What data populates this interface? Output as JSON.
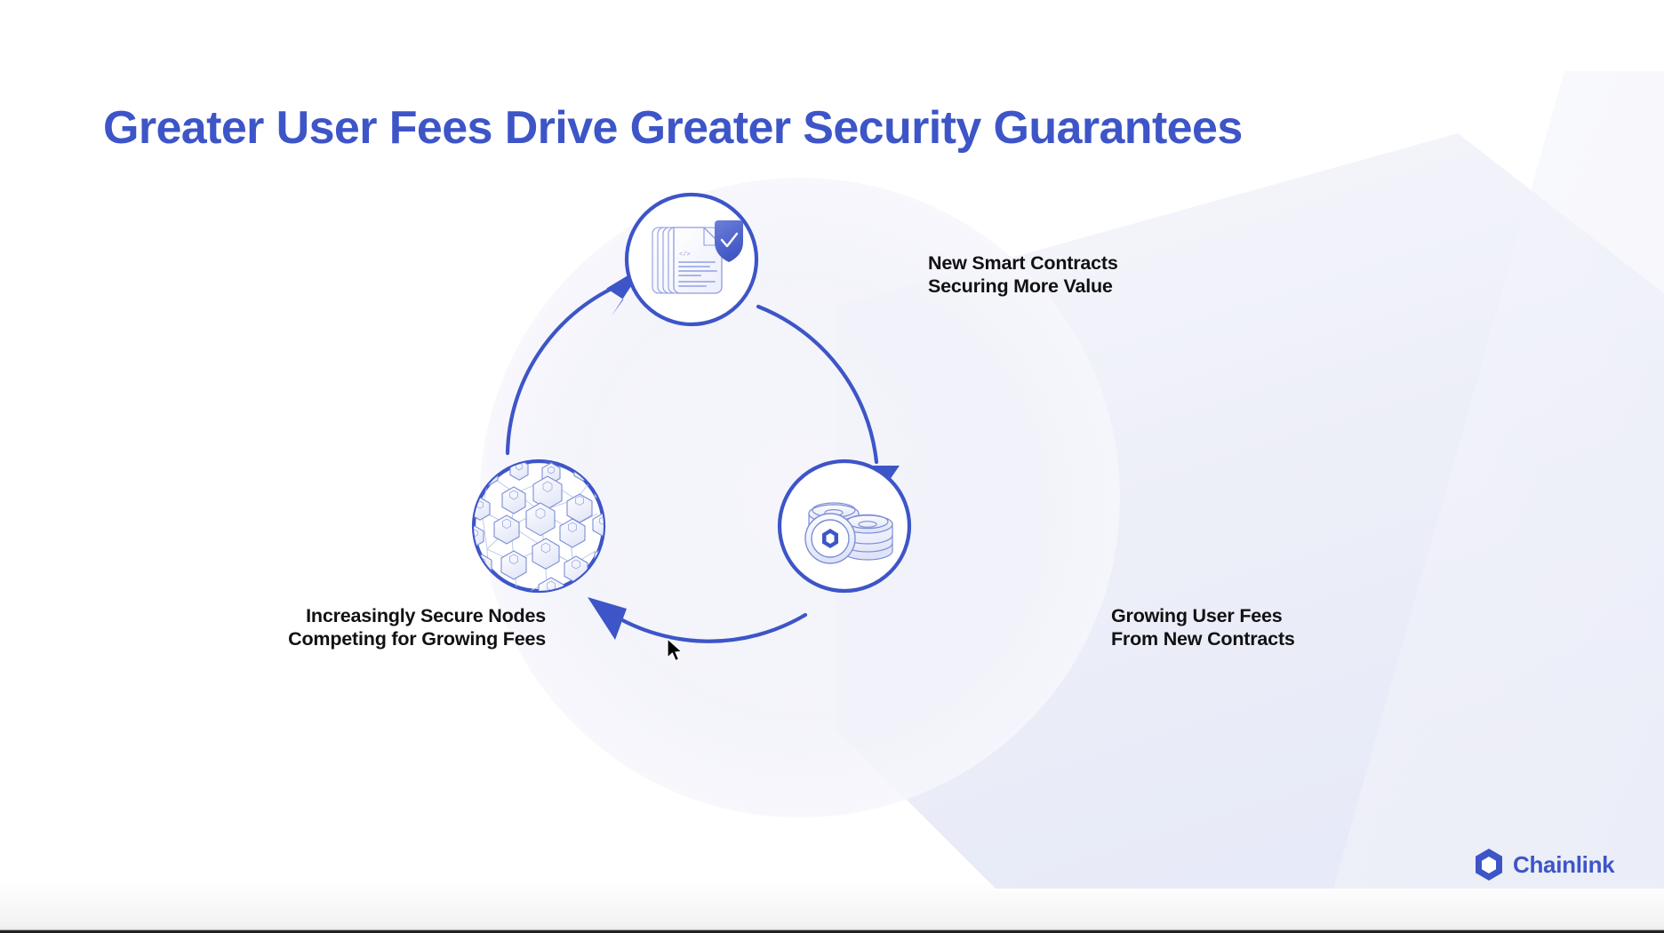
{
  "slide": {
    "title": "Greater User Fees Drive Greater Security Guarantees",
    "background_color": "#ffffff",
    "accent_color": "#3d55c7",
    "label_color": "#111113",
    "blob_color": "#eff0f9"
  },
  "diagram": {
    "type": "cycle",
    "direction": "clockwise",
    "nodes": [
      {
        "id": "smart-contracts",
        "position": "top",
        "icon": "documents-shield-icon",
        "label_line1": "New Smart Contracts",
        "label_line2": "Securing More Value"
      },
      {
        "id": "user-fees",
        "position": "bottom-right",
        "icon": "coin-stack-icon",
        "label_line1": "Growing User Fees",
        "label_line2": "From New Contracts"
      },
      {
        "id": "secure-nodes",
        "position": "bottom-left",
        "icon": "node-network-icon",
        "label_line1": "Increasingly Secure Nodes",
        "label_line2": "Competing for Growing Fees"
      }
    ],
    "arrows": [
      {
        "from": "smart-contracts",
        "to": "user-fees"
      },
      {
        "from": "user-fees",
        "to": "secure-nodes"
      },
      {
        "from": "secure-nodes",
        "to": "smart-contracts"
      }
    ]
  },
  "brand": {
    "name": "Chainlink",
    "icon": "chainlink-hexagon-icon"
  },
  "cursor": {
    "icon": "mouse-pointer-icon"
  }
}
